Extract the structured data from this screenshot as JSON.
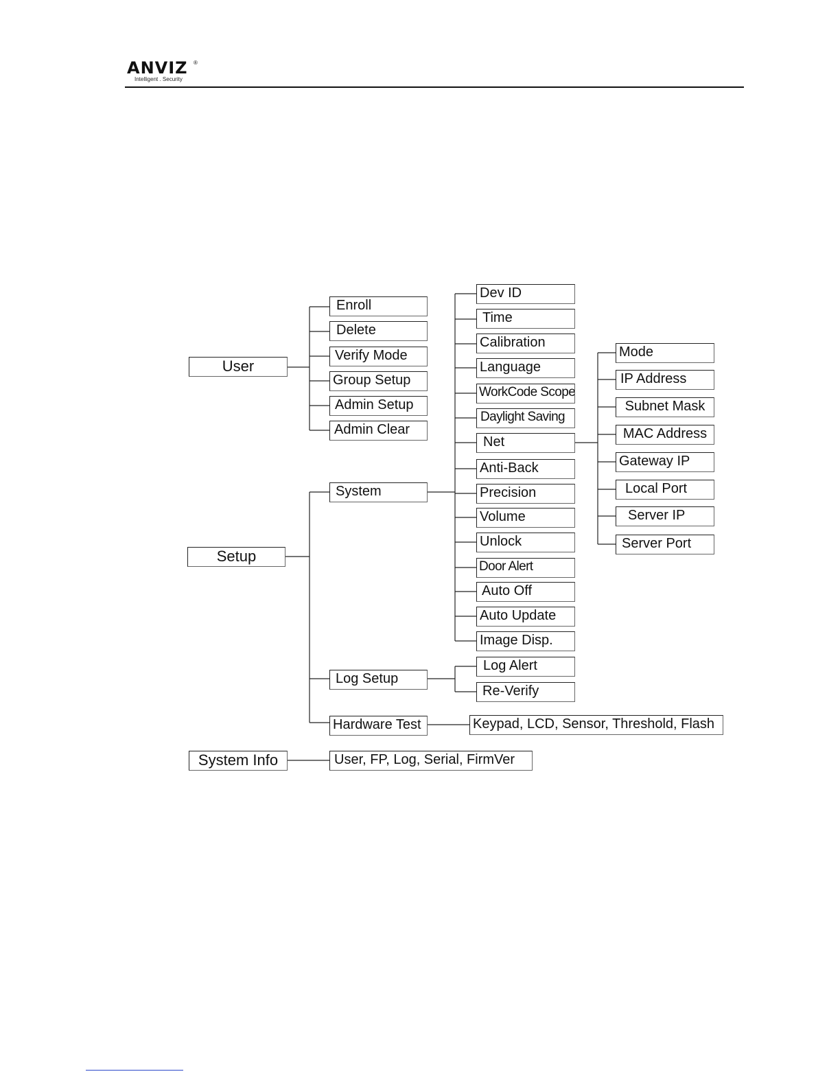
{
  "header": {
    "logo_word": "ANVIZ",
    "logo_reg": "®",
    "logo_tagline": "Intelligent . Security"
  },
  "menu": {
    "user": {
      "label": "User",
      "items": [
        "Enroll",
        "Delete",
        "Verify Mode",
        "Group Setup",
        "Admin Setup",
        "Admin Clear"
      ]
    },
    "setup": {
      "label": "Setup",
      "system": {
        "label": "System",
        "items": [
          "Dev ID",
          "Time",
          "Calibration",
          "Language",
          "WorkCode Scope",
          "Daylight Saving",
          "Net",
          "Anti-Back",
          "Precision",
          "Volume",
          "Unlock",
          "Door Alert",
          "Auto Off",
          "Auto Update",
          "Image Disp."
        ],
        "net_items": [
          "Mode",
          "IP Address",
          "Subnet Mask",
          "MAC Address",
          "Gateway IP",
          "Local Port",
          "Server IP",
          "Server Port"
        ]
      },
      "log_setup": {
        "label": "Log Setup",
        "items": [
          "Log Alert",
          "Re-Verify"
        ]
      },
      "hardware_test": {
        "label": "Hardware Test",
        "detail": "Keypad, LCD, Sensor, Threshold, Flash"
      }
    },
    "system_info": {
      "label": "System Info",
      "detail": "User, FP, Log, Serial, FirmVer"
    }
  }
}
